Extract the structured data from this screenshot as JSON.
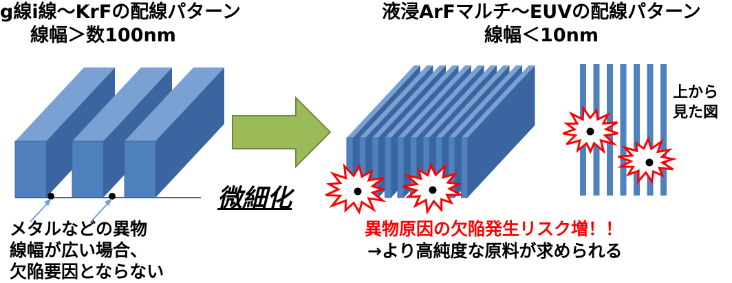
{
  "left": {
    "title_line1": "g線i線～KrFの配線パターン",
    "title_line2": "線幅＞数100nm",
    "note_line1": "メタルなどの異物",
    "note_line2": "線幅が広い場合、",
    "note_line3": "欠陥要因とならない"
  },
  "middle": {
    "arrow_label": "微細化"
  },
  "right": {
    "title_line1": "液浸ArFマルチ～EUVの配線パターン",
    "title_line2": "線幅＜10nm",
    "top_view_label_line1": "上から",
    "top_view_label_line2": "見た図",
    "warning": "異物原因の欠陥発生リスク増！！",
    "consequence": "→より高純度な原料が求められる"
  },
  "colors": {
    "line_front": "#4f81bd",
    "line_top": "#7ba0d3",
    "line_side": "#3a65a0",
    "arrow_fill": "#9bbb59",
    "arrow_stroke": "#6d8a3a",
    "starburst_stroke": "#ff0000",
    "particle": "#000000"
  }
}
